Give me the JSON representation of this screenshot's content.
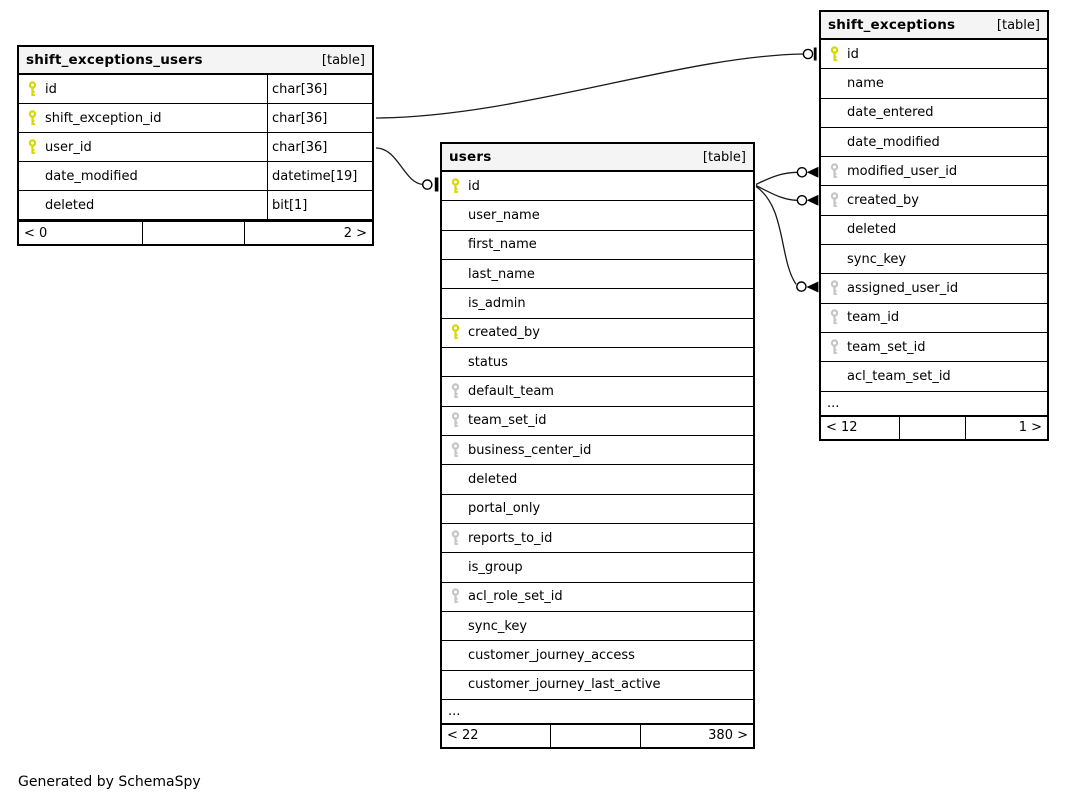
{
  "page": {
    "footer_note": "Generated by SchemaSpy"
  },
  "colors": {
    "primary_key": "#d8d800",
    "foreign_key": "#c6c6c6",
    "header_bg": "#f4f4f4",
    "border": "#000000",
    "edge": "#1a1a1a"
  },
  "icons": {
    "primary_key_icon": "key-icon-yellow",
    "foreign_key_icon": "key-icon-gray",
    "one_marker": "circle-tee",
    "many_marker": "circle-crowfoot"
  },
  "tables": [
    {
      "name": "shift_exceptions_users",
      "badge": "[table]",
      "show_types": true,
      "columns": [
        {
          "name": "id",
          "type": "char[36]",
          "key": "primary"
        },
        {
          "name": "shift_exception_id",
          "type": "char[36]",
          "key": "primary"
        },
        {
          "name": "user_id",
          "type": "char[36]",
          "key": "primary"
        },
        {
          "name": "date_modified",
          "type": "datetime[19]",
          "key": "none"
        },
        {
          "name": "deleted",
          "type": "bit[1]",
          "key": "none"
        }
      ],
      "ellipsis": "",
      "footer": {
        "left": "< 0",
        "mid": "",
        "right": "2 >"
      }
    },
    {
      "name": "users",
      "badge": "[table]",
      "show_types": false,
      "columns": [
        {
          "name": "id",
          "key": "primary"
        },
        {
          "name": "user_name",
          "key": "none"
        },
        {
          "name": "first_name",
          "key": "none"
        },
        {
          "name": "last_name",
          "key": "none"
        },
        {
          "name": "is_admin",
          "key": "none"
        },
        {
          "name": "created_by",
          "key": "primary"
        },
        {
          "name": "status",
          "key": "none"
        },
        {
          "name": "default_team",
          "key": "foreign"
        },
        {
          "name": "team_set_id",
          "key": "foreign"
        },
        {
          "name": "business_center_id",
          "key": "foreign"
        },
        {
          "name": "deleted",
          "key": "none"
        },
        {
          "name": "portal_only",
          "key": "none"
        },
        {
          "name": "reports_to_id",
          "key": "foreign"
        },
        {
          "name": "is_group",
          "key": "none"
        },
        {
          "name": "acl_role_set_id",
          "key": "foreign"
        },
        {
          "name": "sync_key",
          "key": "none"
        },
        {
          "name": "customer_journey_access",
          "key": "none"
        },
        {
          "name": "customer_journey_last_active",
          "key": "none"
        }
      ],
      "ellipsis": "...",
      "footer": {
        "left": "< 22",
        "mid": "",
        "right": "380 >"
      }
    },
    {
      "name": "shift_exceptions",
      "badge": "[table]",
      "show_types": false,
      "columns": [
        {
          "name": "id",
          "key": "primary"
        },
        {
          "name": "name",
          "key": "none"
        },
        {
          "name": "date_entered",
          "key": "none"
        },
        {
          "name": "date_modified",
          "key": "none"
        },
        {
          "name": "modified_user_id",
          "key": "foreign"
        },
        {
          "name": "created_by",
          "key": "foreign"
        },
        {
          "name": "deleted",
          "key": "none"
        },
        {
          "name": "sync_key",
          "key": "none"
        },
        {
          "name": "assigned_user_id",
          "key": "foreign"
        },
        {
          "name": "team_id",
          "key": "foreign"
        },
        {
          "name": "team_set_id",
          "key": "foreign"
        },
        {
          "name": "acl_team_set_id",
          "key": "none"
        }
      ],
      "ellipsis": "...",
      "footer": {
        "left": "< 12",
        "mid": "",
        "right": "1 >"
      }
    }
  ],
  "relationships": [
    {
      "from": "shift_exceptions_users.shift_exception_id",
      "to": "shift_exceptions.id",
      "to_marker": "circle-tee"
    },
    {
      "from": "shift_exceptions_users.user_id",
      "to": "users.id",
      "to_marker": "circle-tee"
    },
    {
      "from": "users.id",
      "to": "shift_exceptions.modified_user_id",
      "to_marker": "circle-crowfoot"
    },
    {
      "from": "users.id",
      "to": "shift_exceptions.created_by",
      "to_marker": "circle-crowfoot"
    },
    {
      "from": "users.id",
      "to": "shift_exceptions.assigned_user_id",
      "to_marker": "circle-crowfoot"
    }
  ]
}
